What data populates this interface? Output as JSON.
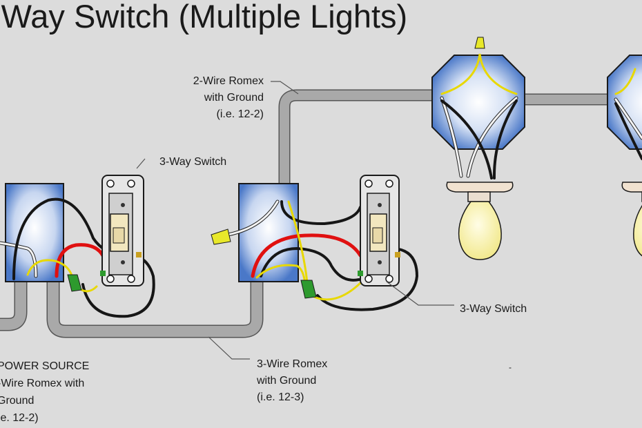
{
  "title": "-Way Switch (Multiple Lights)",
  "labels": {
    "romex_2wire": [
      "2-Wire Romex",
      "with Ground",
      "(i.e. 12-2)"
    ],
    "switch_top": "3-Way Switch",
    "switch_right": "3-Way Switch",
    "romex_3wire": [
      "3-Wire Romex",
      "with Ground",
      "(i.e. 12-3)"
    ],
    "power_source": [
      "POWER SOURCE",
      "-Wire Romex with",
      "Ground",
      ".e. 12-2)"
    ],
    "stray_mark": "-"
  },
  "colors": {
    "background": "#dcdcdc",
    "cable": "#a9a9a9",
    "hot_wire": "#e01010",
    "neutral_wire": "#f4f4f4",
    "black_wire": "#161616",
    "ground_wire": "#e8d800",
    "wire_nut_green": "#2e9a2e",
    "wire_nut_yellow": "#e8e82a",
    "box_blue": "#4a78c8",
    "bulb": "#f7f1b0",
    "socket": "#f1e2d0"
  },
  "icons": [
    "switch-icon",
    "light-bulb-icon",
    "wire-nut-icon",
    "electrical-box-icon"
  ]
}
